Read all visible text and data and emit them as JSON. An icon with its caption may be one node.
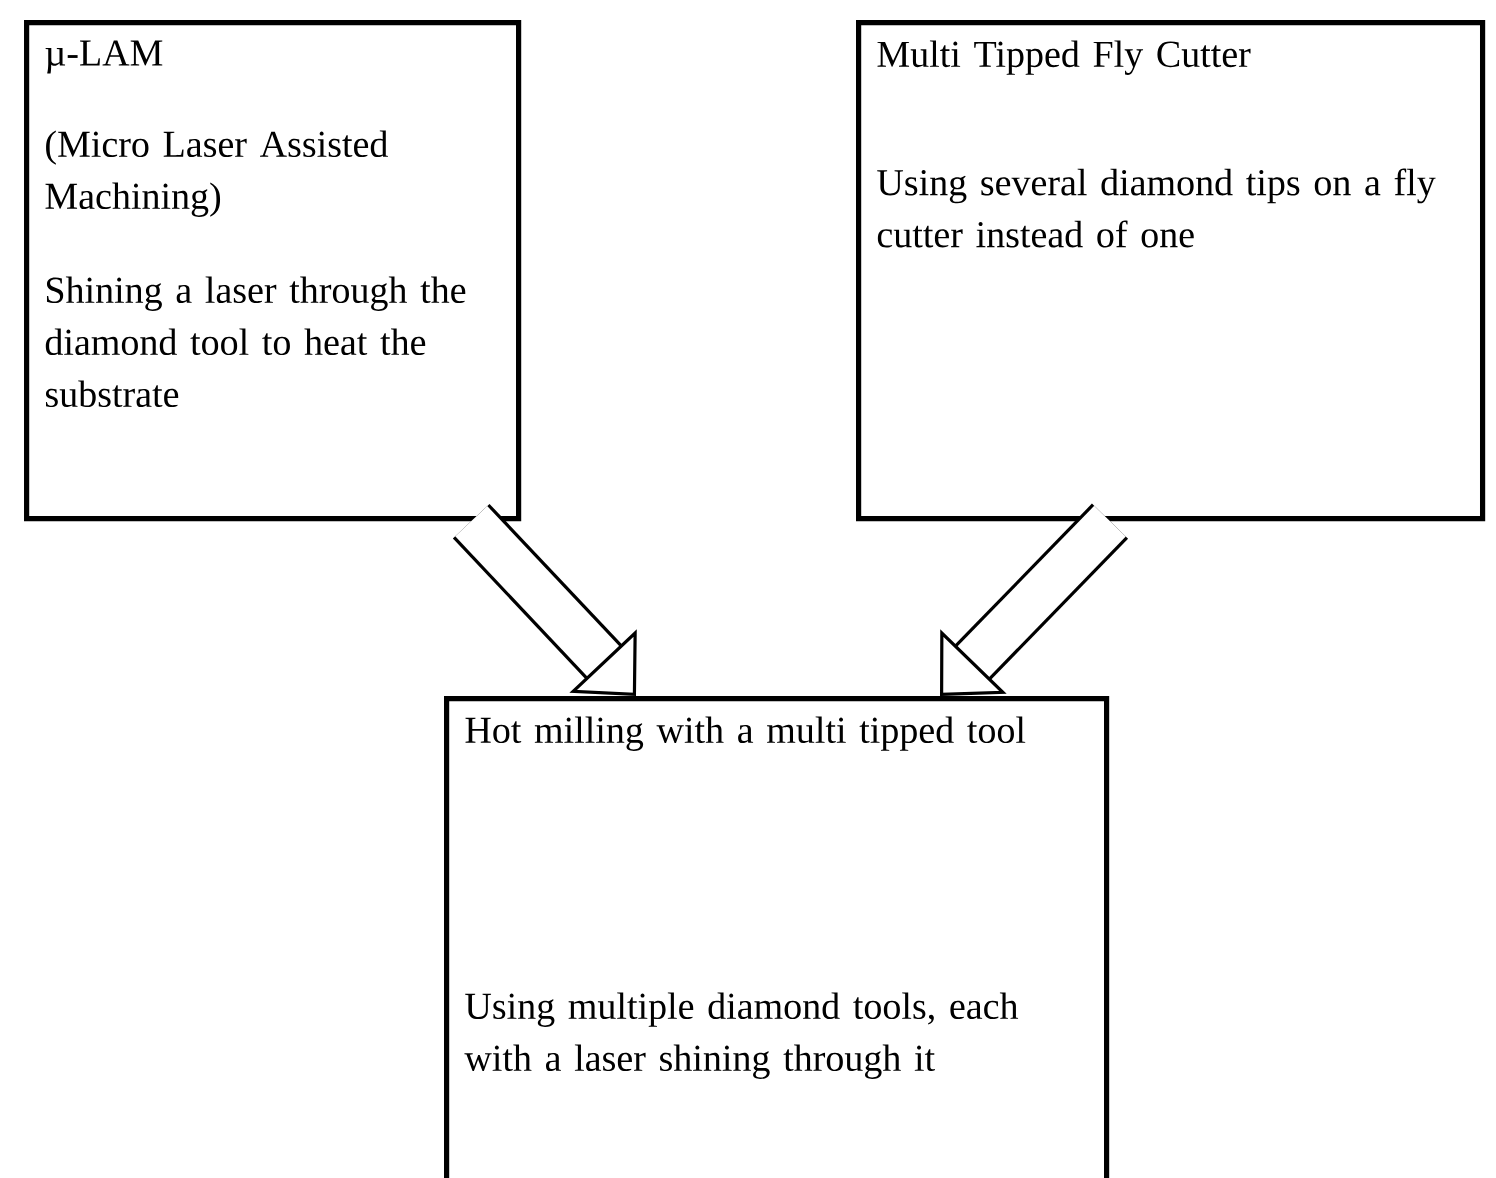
{
  "diagram": {
    "nodes": [
      {
        "text": [
          "µ-LAM",
          "(Micro Laser Assisted Machining)",
          "Shining a laser through the diamond tool to heat the substrate"
        ]
      },
      {
        "text": [
          "Multi Tipped Fly Cutter",
          "Using several diamond tips on a fly cutter instead of one"
        ]
      },
      {
        "text": [
          "Hot milling with a multi tipped tool",
          "Using multiple diamond tools, each with a laser shining through it"
        ]
      }
    ],
    "edges": [
      {
        "from": 0,
        "to": 2,
        "arrow": "to"
      },
      {
        "from": 1,
        "to": 2,
        "arrow": "to"
      }
    ]
  }
}
